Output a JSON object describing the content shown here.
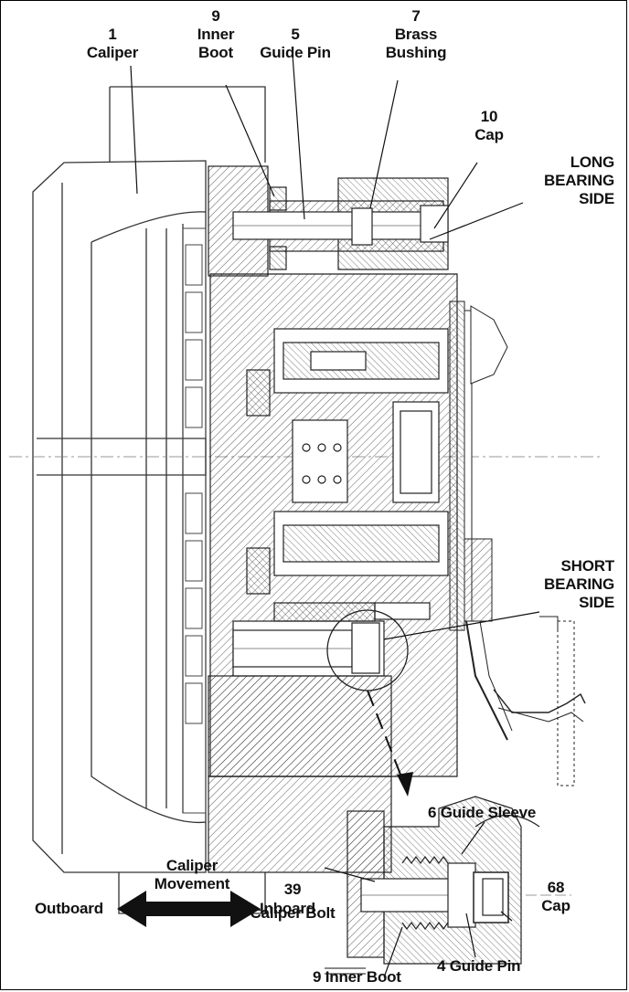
{
  "callouts": {
    "caliper": {
      "num": "1",
      "name": "Caliper"
    },
    "inner_boot_top": {
      "num": "9",
      "line1": "Inner",
      "line2": "Boot"
    },
    "guide_pin_top": {
      "num": "5",
      "name": "Guide Pin"
    },
    "brass_bushing": {
      "num": "7",
      "line1": "Brass",
      "line2": "Bushing"
    },
    "cap_top": {
      "num": "10",
      "name": "Cap"
    },
    "long_bearing": {
      "line1": "LONG",
      "line2": "BEARING",
      "line3": "SIDE"
    },
    "short_bearing": {
      "line1": "SHORT",
      "line2": "BEARING",
      "line3": "SIDE"
    },
    "guide_sleeve": "6 Guide Sleeve",
    "cap_bottom": {
      "num": "68",
      "name": "Cap"
    },
    "caliper_bolt": {
      "num": "39",
      "name": "Caliper Bolt"
    },
    "inner_boot_bottom": "9 Inner Boot",
    "guide_pin_bottom": "4 Guide Pin"
  },
  "movement": {
    "title_line1": "Caliper",
    "title_line2": "Movement",
    "left": "Outboard",
    "right": "Inboard"
  }
}
